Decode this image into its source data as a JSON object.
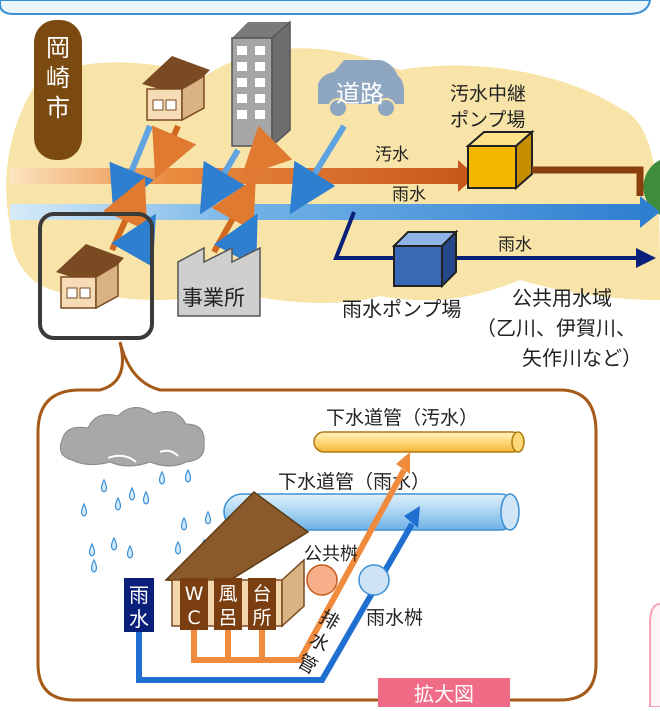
{
  "city": {
    "line1": "岡",
    "line2": "崎",
    "line3": "市"
  },
  "road_label": "道路",
  "relay_pump": {
    "line1": "汚水中継",
    "line2": "ポンプ場"
  },
  "labels": {
    "sewage": "汚水",
    "rain": "雨水",
    "rain_right": "雨水",
    "office": "事業所",
    "rain_pump": "雨水ポンプ場",
    "public_waters": "公共用水域",
    "public_waters_rivers_1": "（乙川、伊賀川、",
    "public_waters_rivers_2": "矢作川など）"
  },
  "detail": {
    "sewer_sewage": "下水道管（汚水）",
    "sewer_rain": "下水道管（雨水）",
    "public_basin": "公共桝",
    "rain_basin": "雨水桝",
    "drain_pipe": {
      "c1": "排",
      "c2": "水",
      "c3": "管"
    },
    "rain_tag": {
      "c1": "雨",
      "c2": "水"
    },
    "wc_tag": {
      "c1": "W",
      "c2": "C"
    },
    "bath_tag": {
      "c1": "風",
      "c2": "呂"
    },
    "kitchen_tag": {
      "c1": "台",
      "c2": "所"
    },
    "zoom_label": "拡大図"
  },
  "colors": {
    "sewage": "#c8571c",
    "rain": "#2f7fd0",
    "rain_dark": "#0a1f7a",
    "area": "#f8e4a8",
    "city_badge": "#7a4a10",
    "detail_frame": "#a55a18",
    "pink": "#f06b86"
  }
}
